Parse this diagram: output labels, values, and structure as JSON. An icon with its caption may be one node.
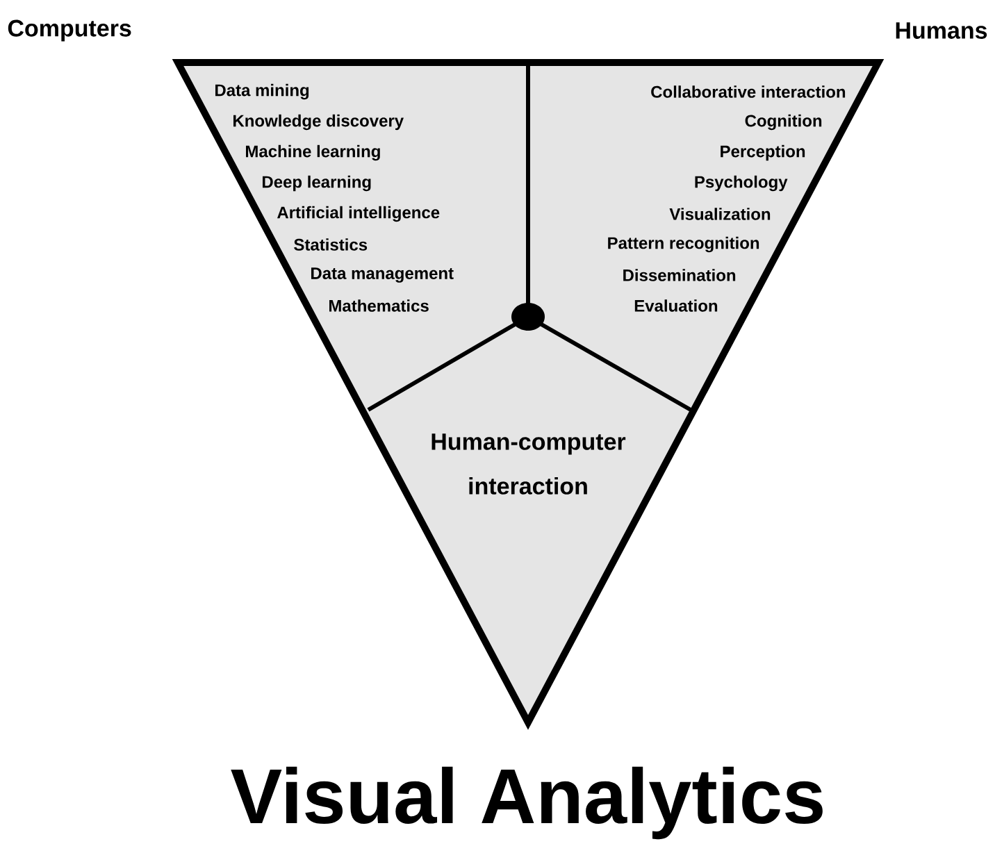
{
  "diagram": {
    "title": "Visual Analytics",
    "nodes": [
      {
        "text": [
          "Computers",
          "Data mining",
          "Knowledge discovery",
          "Machine learning",
          "Deep learning",
          "Artificial intelligence",
          "Statistics",
          "Data management",
          "Mathematics"
        ]
      },
      {
        "text": [
          "Humans",
          "Collaborative interaction",
          "Cognition",
          "Perception",
          "Psychology",
          "Visualization",
          "Pattern recognition",
          "Dissemination",
          "Evaluation"
        ]
      },
      {
        "text": [
          "Human-computer interaction"
        ]
      }
    ]
  }
}
